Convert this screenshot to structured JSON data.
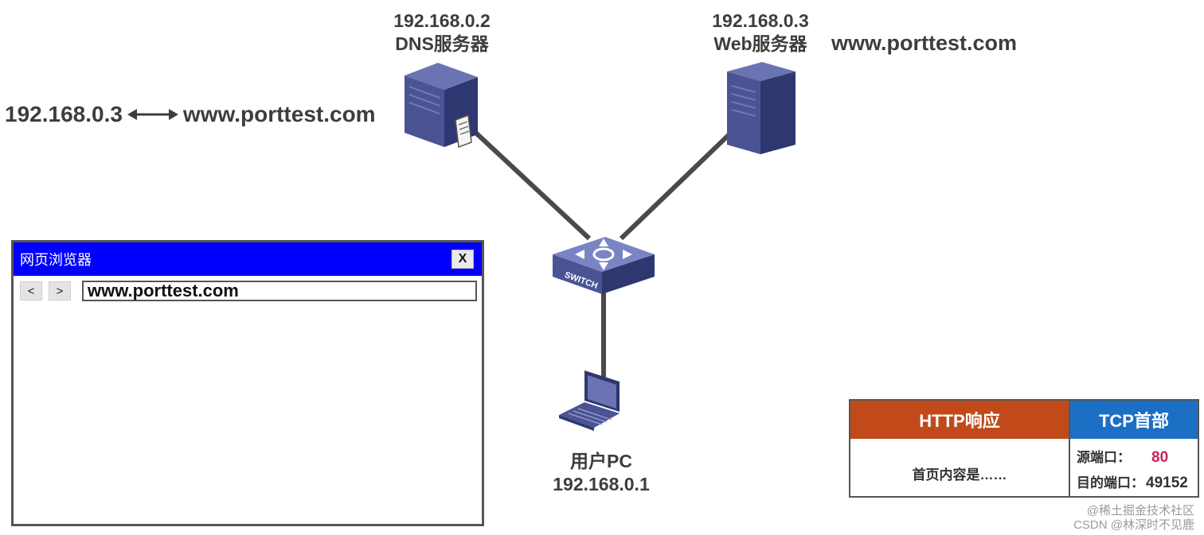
{
  "dns_server": {
    "ip": "192.168.0.2",
    "name": "DNS服务器"
  },
  "web_server": {
    "ip": "192.168.0.3",
    "name": "Web服务器",
    "domain": "www.porttest.com"
  },
  "dns_mapping": {
    "ip": "192.168.0.3",
    "domain": "www.porttest.com"
  },
  "switch": {
    "label": "SWITCH"
  },
  "user_pc": {
    "name": "用户PC",
    "ip": "192.168.0.1"
  },
  "browser": {
    "title": "网页浏览器",
    "close_label": "X",
    "back_label": "<",
    "forward_label": ">",
    "address_value": "www.porttest.com"
  },
  "packet": {
    "http_header": "HTTP响应",
    "http_body": "首页内容是……",
    "tcp_header": "TCP首部",
    "src_port_label": "源端口：",
    "src_port_value": "80",
    "dst_port_label": "目的端口：",
    "dst_port_value": "49152"
  },
  "watermark": {
    "line1": "@稀土掘金技术社区",
    "line2": "CSDN @林深时不见鹿"
  },
  "colors": {
    "browser_titlebar": "#0000ff",
    "http_header": "#c24a1a",
    "tcp_header": "#1b6fc4",
    "src_port": "#c8205a",
    "device_body": "#4a5494"
  }
}
